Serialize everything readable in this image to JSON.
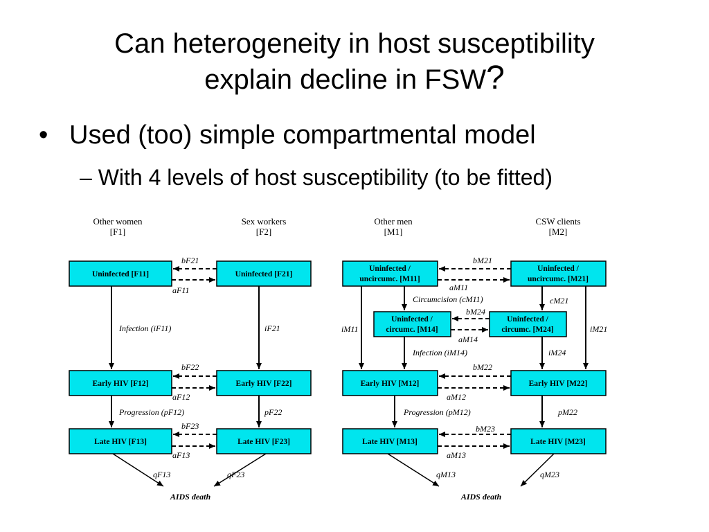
{
  "slide": {
    "title_line1": "Can heterogeneity in host susceptibility",
    "title_line2": "explain decline in FSW",
    "title_qmark": "?",
    "bullet_marker": "•",
    "bullet_text": "Used (too) simple compartmental model",
    "subbullet_text": "– With 4 levels of host susceptibility (to be fitted)"
  },
  "colors": {
    "box_fill": "#00e5ee",
    "box_stroke": "#000000"
  },
  "diagram_left": {
    "headers": [
      {
        "line1": "Other women",
        "line2": "[F1]"
      },
      {
        "line1": "Sex workers",
        "line2": "[F2]"
      }
    ],
    "boxes": [
      {
        "id": "F11",
        "line1": "Uninfected [F11]",
        "line2": ""
      },
      {
        "id": "F21",
        "line1": "Uninfected [F21]",
        "line2": ""
      },
      {
        "id": "F12",
        "line1": "Early HIV [F12]",
        "line2": ""
      },
      {
        "id": "F22",
        "line1": "Early HIV [F22]",
        "line2": ""
      },
      {
        "id": "F13",
        "line1": "Late HIV [F13]",
        "line2": ""
      },
      {
        "id": "F23",
        "line1": "Late HIV [F23]",
        "line2": ""
      }
    ],
    "labels": [
      "bF21",
      "aF11",
      "Infection (iF11)",
      "iF21",
      "bF22",
      "aF12",
      "Progression (pF12)",
      "pF22",
      "bF23",
      "aF13",
      "qF13",
      "qF23",
      "AIDS death"
    ]
  },
  "diagram_right": {
    "headers": [
      {
        "line1": "Other men",
        "line2": "[M1]"
      },
      {
        "line1": "CSW clients",
        "line2": "[M2]"
      }
    ],
    "boxes": [
      {
        "id": "M11",
        "line1": "Uninfected /",
        "line2": "uncircumc. [M11]"
      },
      {
        "id": "M21",
        "line1": "Uninfected /",
        "line2": "uncircumc. [M21]"
      },
      {
        "id": "M14",
        "line1": "Uninfected /",
        "line2": "circumc. [M14]"
      },
      {
        "id": "M24",
        "line1": "Uninfected /",
        "line2": "circumc. [M24]"
      },
      {
        "id": "M12",
        "line1": "Early HIV [M12]",
        "line2": ""
      },
      {
        "id": "M22",
        "line1": "Early HIV [M22]",
        "line2": ""
      },
      {
        "id": "M13",
        "line1": "Late HIV [M13]",
        "line2": ""
      },
      {
        "id": "M23",
        "line1": "Late HIV [M23]",
        "line2": ""
      }
    ],
    "labels": [
      "bM21",
      "aM11",
      "Circumcision (cM11)",
      "cM21",
      "bM24",
      "aM14",
      "iM11",
      "iM21",
      "Infection (iM14)",
      "iM24",
      "bM22",
      "aM12",
      "Progression (pM12)",
      "pM22",
      "bM23",
      "aM13",
      "qM13",
      "qM23",
      "AIDS death"
    ]
  }
}
